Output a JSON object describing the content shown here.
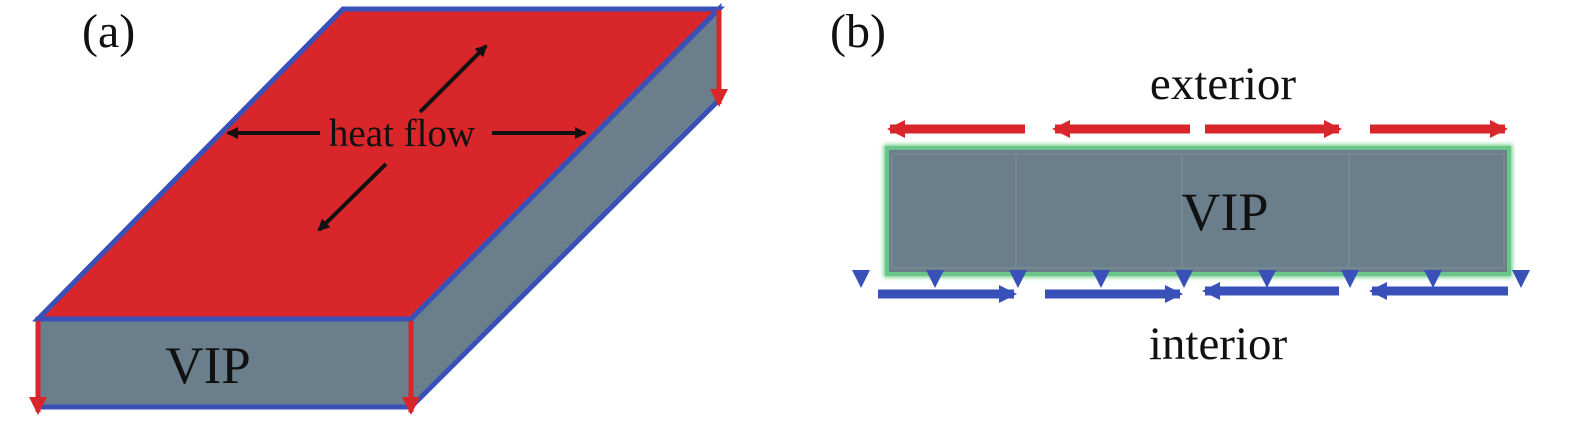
{
  "panel_a": {
    "label": "(a)",
    "center_text": "heat flow",
    "body_text": "VIP"
  },
  "panel_b": {
    "label": "(b)",
    "top_text": "exterior",
    "center_text": "VIP",
    "bottom_text": "interior"
  },
  "colors": {
    "red": "#d9262b",
    "dark_red": "#8e1512",
    "blue": "#3850b8",
    "slate": "#6a7f8b",
    "green_glow": "#76d28d",
    "black": "#111111"
  }
}
